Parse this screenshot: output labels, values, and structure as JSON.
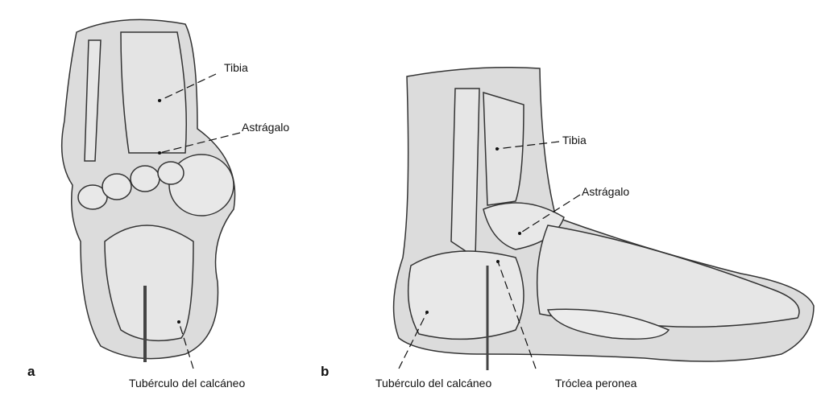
{
  "figure_a": {
    "letter": "a",
    "labels": {
      "tibia": "Tibia",
      "astragalo": "Astrágalo",
      "tuberculo": "Tubérculo del calcáneo"
    }
  },
  "figure_b": {
    "letter": "b",
    "labels": {
      "tibia": "Tibia",
      "astragalo": "Astrágalo",
      "tuberculo": "Tubérculo del calcáneo",
      "troclea": "Tróclea peronea"
    }
  },
  "colors": {
    "skin": "#dcdcdc",
    "bone": "#e8e8e8",
    "outline": "#333333"
  }
}
